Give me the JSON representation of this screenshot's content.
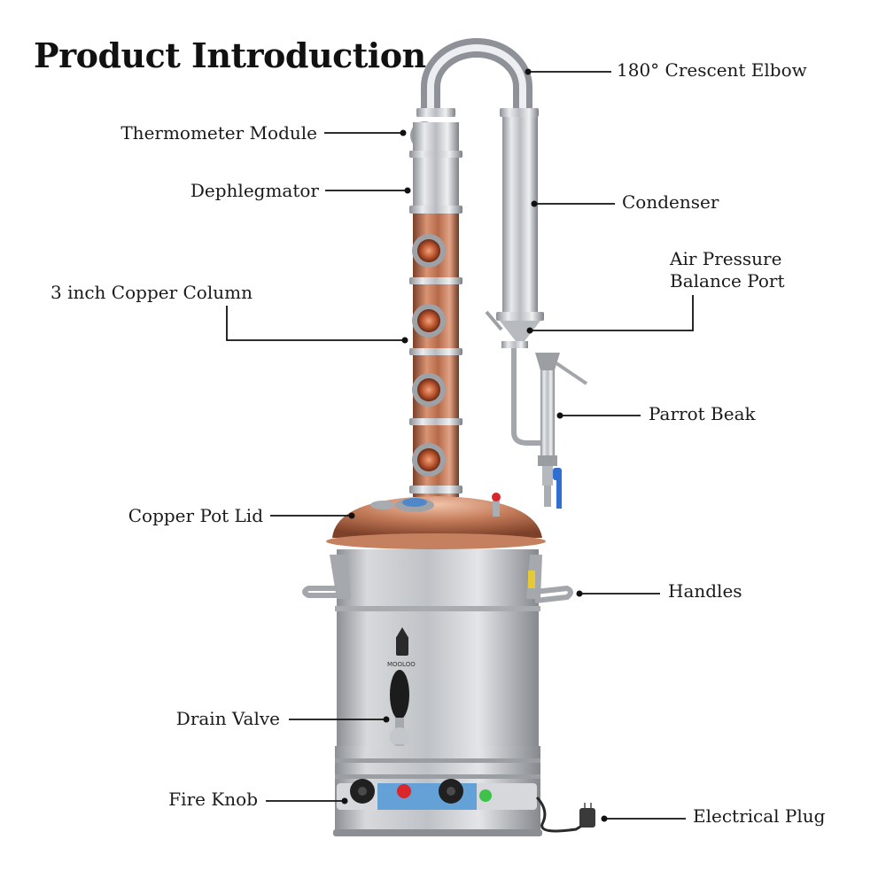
{
  "title": "Product Introduction",
  "labels": {
    "crescent_elbow": "180° Crescent Elbow",
    "thermometer_module": "Thermometer Module",
    "dephlegmator": "Dephlegmator",
    "condenser": "Condenser",
    "air_pressure_line1": "Air Pressure",
    "air_pressure_line2": "Balance Port",
    "copper_column": "3 inch Copper Column",
    "parrot_beak": "Parrot Beak",
    "copper_pot_lid": "Copper Pot Lid",
    "handles": "Handles",
    "drain_valve": "Drain Valve",
    "fire_knob": "Fire Knob",
    "electrical_plug": "Electrical Plug"
  },
  "brand": "MOOLOO",
  "colors": {
    "steel": "#c9ccd0",
    "copper": "#b8704f",
    "leader": "#111111",
    "knob_red": "#d8262b",
    "valve_blue": "#2f6fd1",
    "lamp_green": "#3ec24a",
    "panel_blue": "#3d8fd6"
  }
}
